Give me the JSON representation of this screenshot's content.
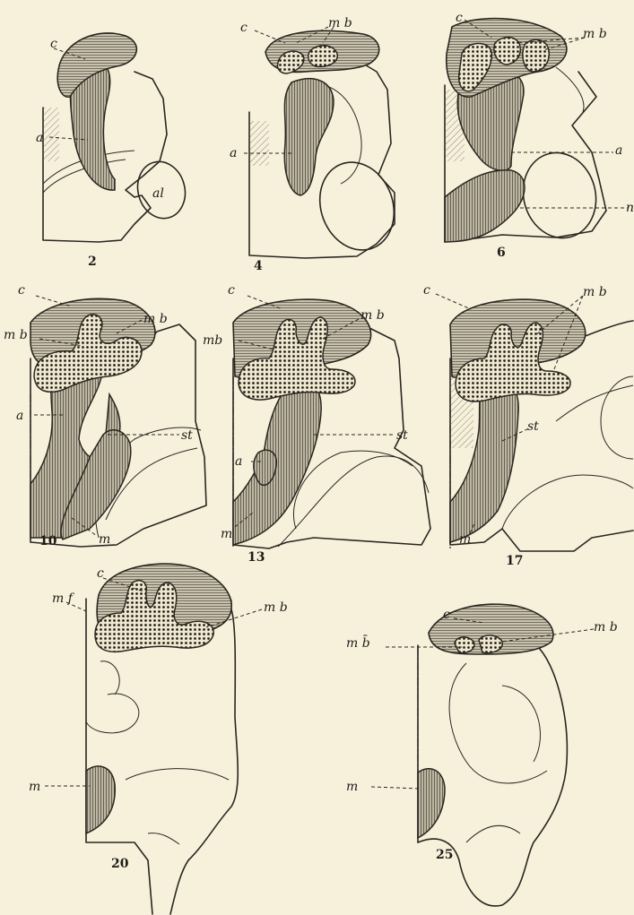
{
  "labels": {
    "c": "c",
    "mb": "m b",
    "mb_closed": "mb",
    "mb_bar": "m b̄",
    "a": "a",
    "al": "al",
    "st": "st",
    "m": "m",
    "n": "n",
    "mf": "m f",
    "a_fig2": "a",
    "c_partial": "c"
  },
  "figures": {
    "f2": "2",
    "f4": "4",
    "f6": "6",
    "f10": "10",
    "f13": "13",
    "f17": "17",
    "f20": "20",
    "f25": "25"
  }
}
